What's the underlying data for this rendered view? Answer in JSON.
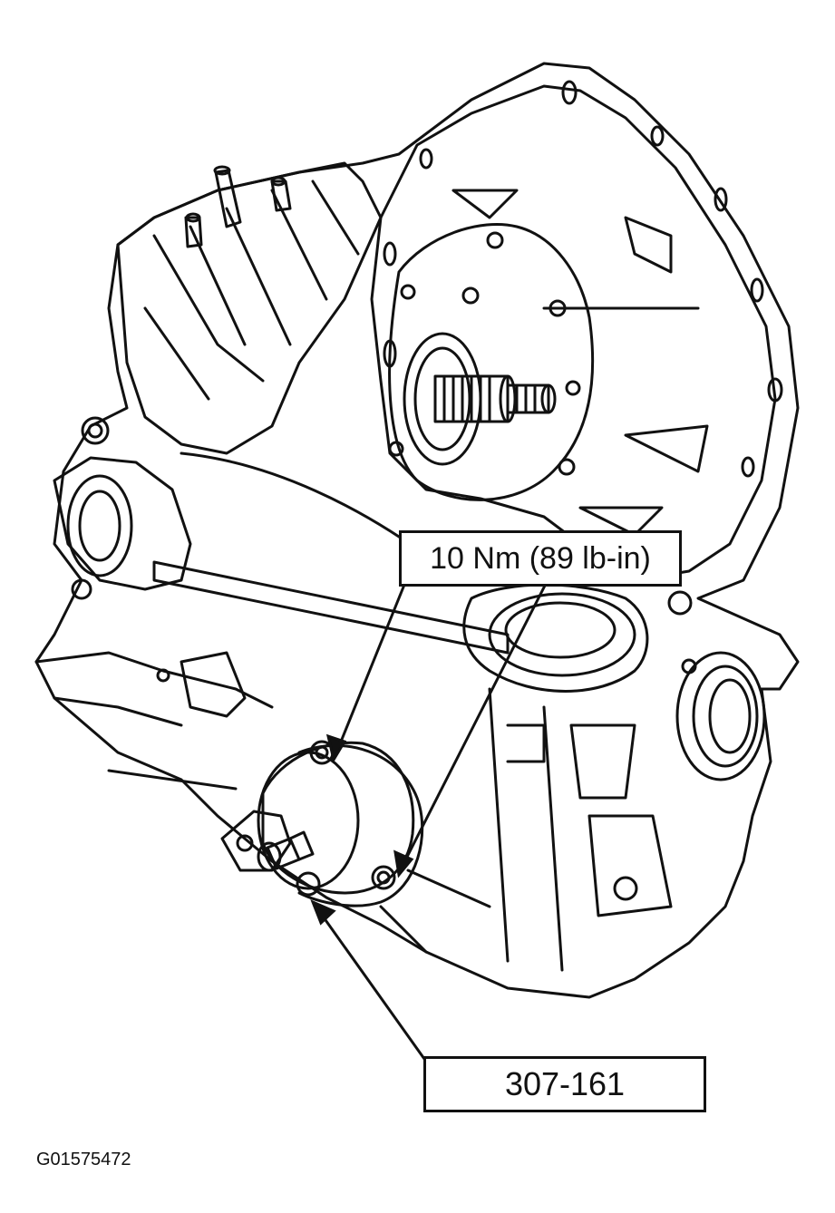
{
  "callouts": {
    "torque": "10 Nm (89 lb-in)",
    "tool": "307-161"
  },
  "figure_id": "G01575472",
  "colors": {
    "line": "#111111",
    "background": "#ffffff"
  }
}
